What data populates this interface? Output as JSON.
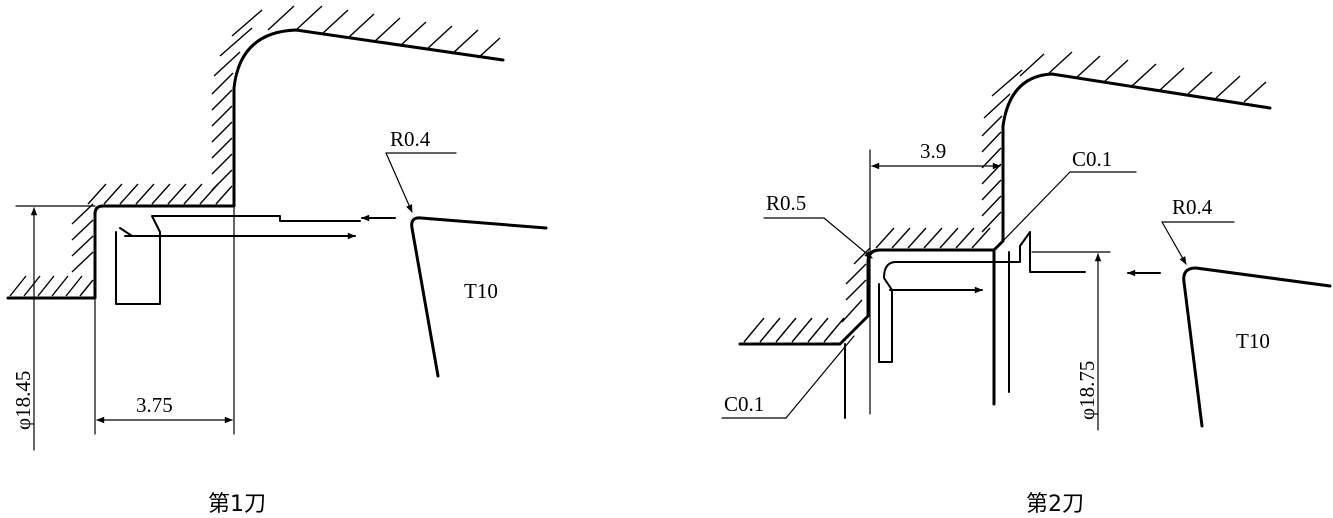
{
  "left": {
    "radius": "R0.4",
    "tool": "T10",
    "diameter": "φ18.45",
    "length": "3.75",
    "caption": "第1刀"
  },
  "right": {
    "length": "3.9",
    "chamfer_top": "C0.1",
    "radius_inner": "R0.5",
    "radius_tool": "R0.4",
    "tool": "T10",
    "diameter": "φ18.75",
    "chamfer_bottom": "C0.1",
    "caption": "第2刀"
  }
}
